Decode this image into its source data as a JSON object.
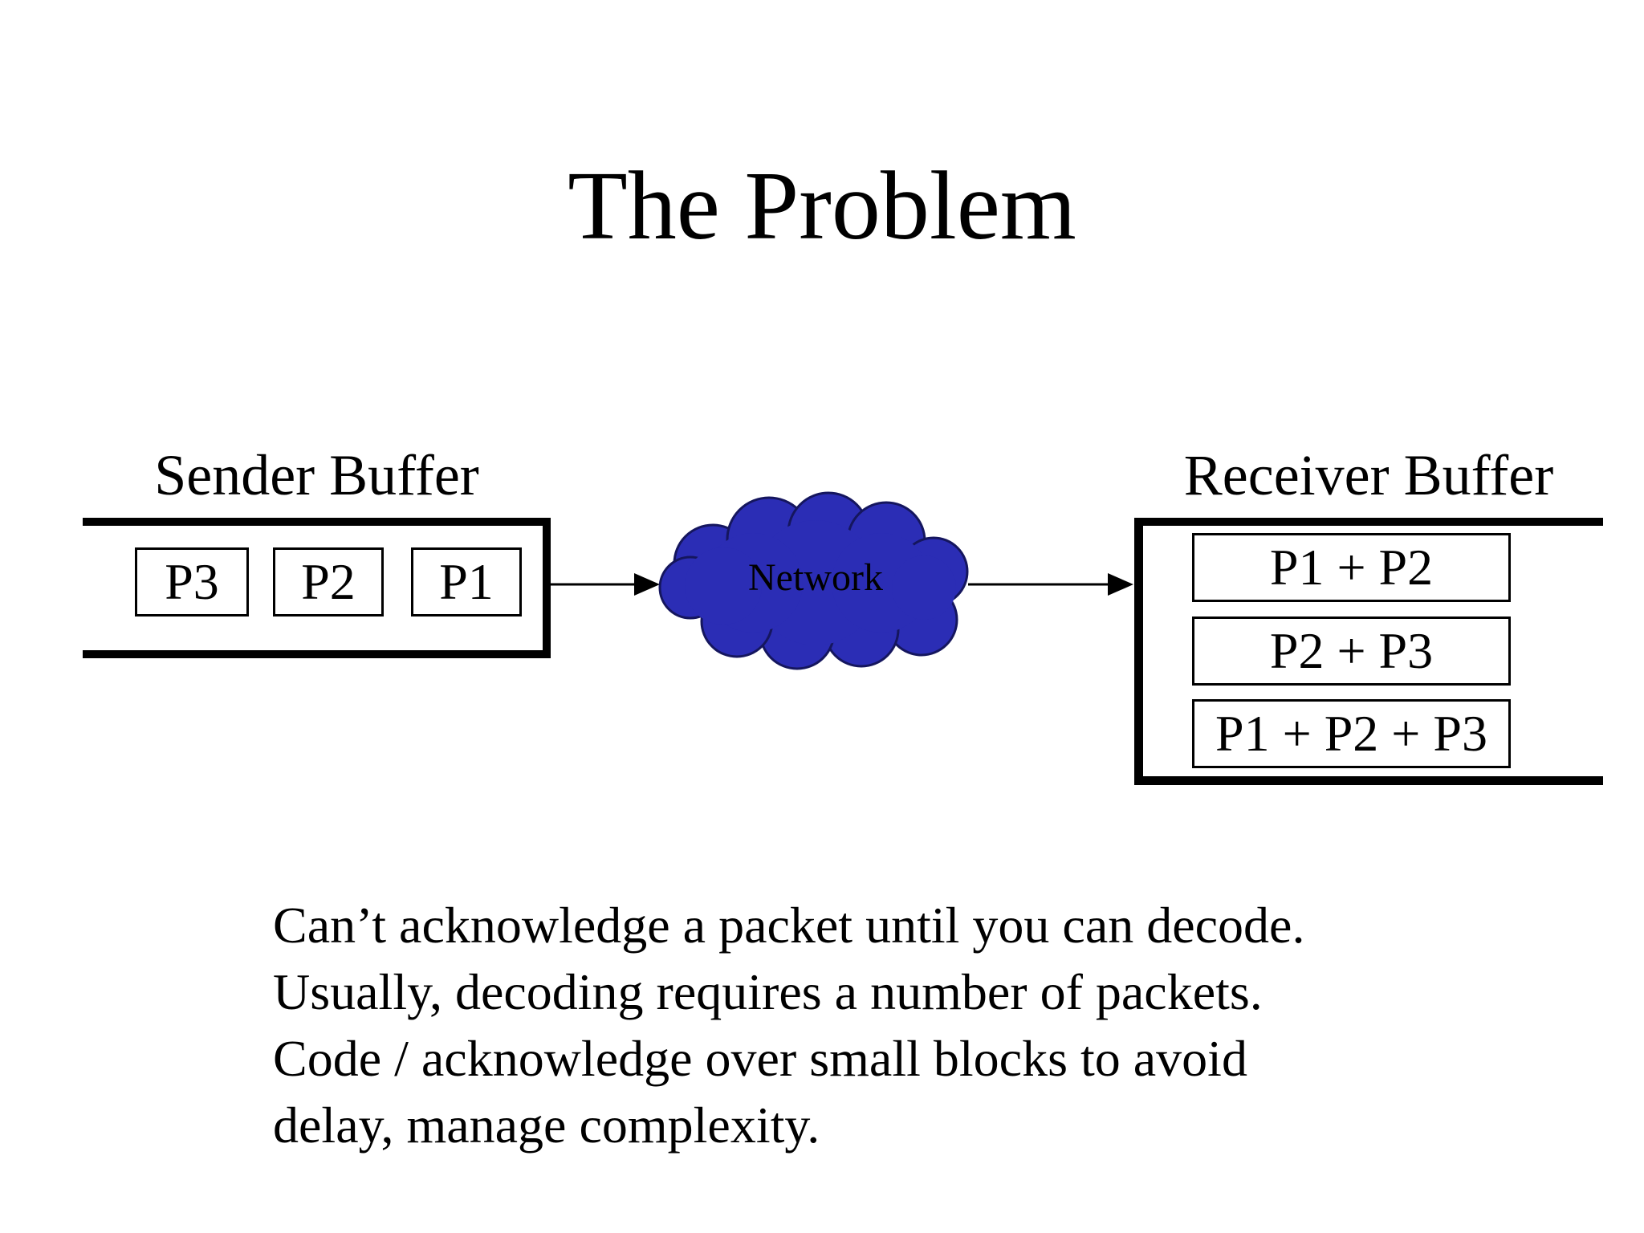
{
  "slide": {
    "title": "The Problem",
    "background_color": "#ffffff",
    "text_color": "#000000"
  },
  "diagram": {
    "sender": {
      "label": "Sender Buffer",
      "packets": [
        "P3",
        "P2",
        "P1"
      ]
    },
    "network": {
      "label": "Network",
      "fill": "#2b2db5",
      "stroke": "#15165e"
    },
    "receiver": {
      "label": "Receiver Buffer",
      "combinations": [
        "P1 + P2",
        "P2 + P3",
        "P1 + P2 + P3"
      ]
    },
    "arrow_color": "#000000"
  },
  "notes": {
    "lines": [
      "Can’t acknowledge a packet until you can decode.",
      "Usually, decoding requires a number of packets.",
      "Code / acknowledge over small blocks to avoid",
      "delay, manage complexity."
    ]
  }
}
